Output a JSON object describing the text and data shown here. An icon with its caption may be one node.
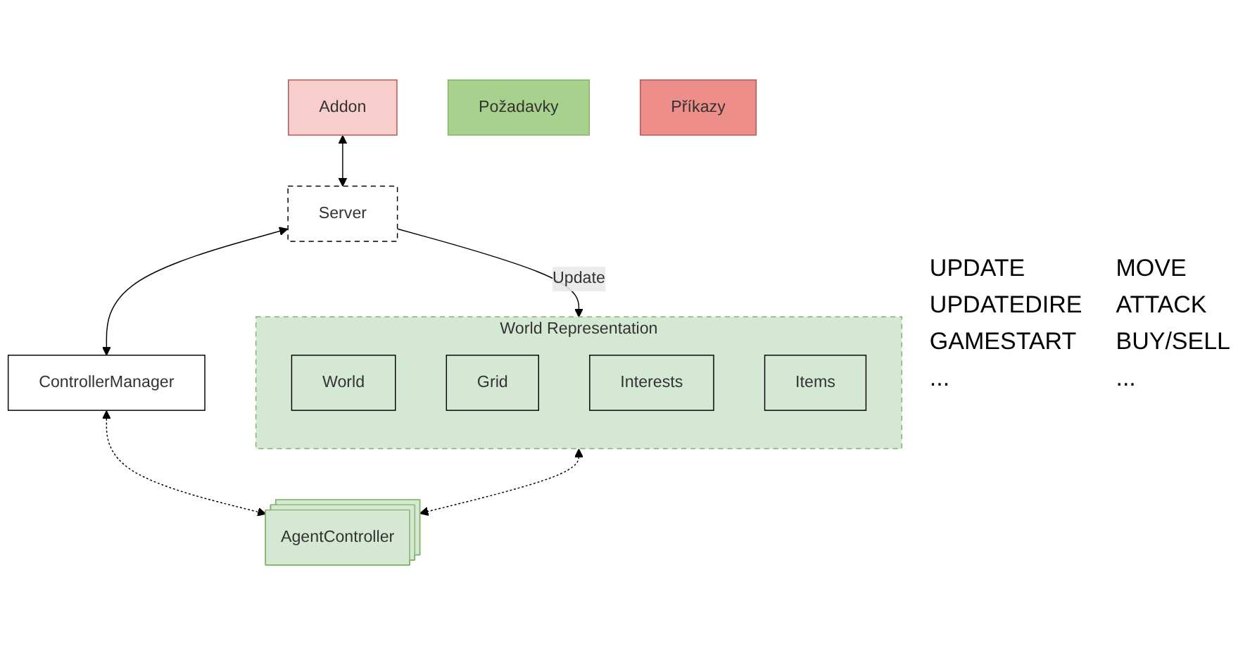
{
  "diagram": {
    "nodes": [
      {
        "text": [
          "Addon"
        ]
      },
      {
        "text": [
          "Server"
        ]
      },
      {
        "text": [
          "ControllerManager"
        ]
      },
      {
        "text": [
          "AgentController"
        ]
      },
      {
        "text": [
          "World Representation"
        ]
      },
      {
        "text": [
          "World"
        ],
        "in": 4
      },
      {
        "text": [
          "Grid"
        ],
        "in": 4
      },
      {
        "text": [
          "Interests"
        ],
        "in": 4
      },
      {
        "text": [
          "Items"
        ],
        "in": 4
      },
      {
        "text": [
          "Požadavky"
        ]
      },
      {
        "text": [
          "Příkazy"
        ]
      }
    ],
    "edges": [
      {
        "from": 0,
        "to": 1,
        "arrow": "both"
      },
      {
        "from": 1,
        "to": 2,
        "arrow": "both"
      },
      {
        "from": 2,
        "to": 3,
        "arrow": "both",
        "style": "dashed"
      },
      {
        "from": 1,
        "to": 4,
        "arrow": "to",
        "label": "Update"
      },
      {
        "from": 4,
        "to": 3,
        "arrow": "both",
        "style": "dashed"
      }
    ],
    "labels": [
      "UPDATE",
      "UPDATEDIRE",
      "GAMESTART",
      "...",
      "MOVE",
      "ATTACK",
      "BUY/SELL",
      "..."
    ]
  }
}
